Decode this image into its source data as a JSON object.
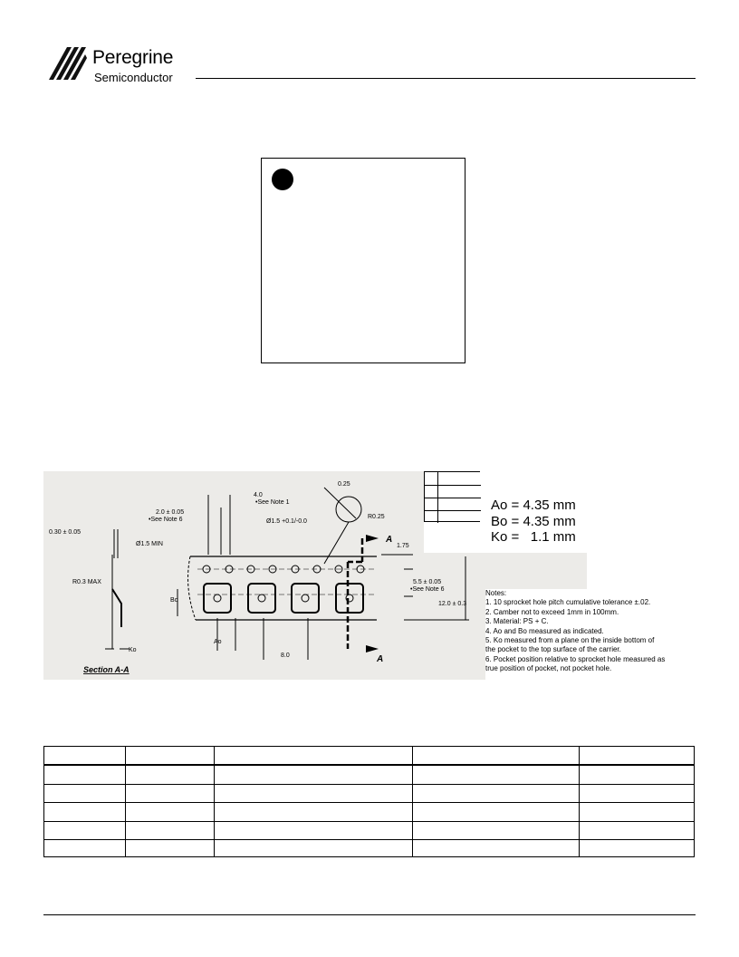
{
  "header": {
    "logo_name": "Peregrine",
    "logo_sub": "Semiconductor"
  },
  "tape_drawing": {
    "labels": {
      "pitch_4": "4.0",
      "see_note_1": "•See Note 1",
      "dim_2": "2.0 ± 0.05",
      "see_note_6a": "•See Note 6",
      "thickness": "0.30 ± 0.05",
      "hole": "Ø1.5 +0.1/-0.0",
      "min_hole": "Ø1.5 MIN",
      "r025_top": "0.25",
      "r025": "R0.25",
      "r03max": "R0.3 MAX",
      "bo": "Bo",
      "ao": "Ao",
      "ko": "Ko",
      "pitch_8": "8.0",
      "d175": "1.75",
      "d55": "5.5 ± 0.05",
      "see_note_6b": "•See Note 6",
      "width12": "12.0 ± 0.3",
      "section_a": "A",
      "section_title": "Section A-A"
    },
    "dimensions": [
      "Ao = 4.35 mm",
      "Bo = 4.35 mm",
      "Ko =   1.1 mm"
    ],
    "notes": [
      "Notes:",
      "1. 10 sprocket hole pitch cumulative tolerance ±.02.",
      "2. Camber not to exceed 1mm in 100mm.",
      "3. Material: PS + C.",
      "4. Ao and Bo measured as indicated.",
      "5. Ko measured from a plane on the inside bottom of",
      "the pocket to the top surface of the carrier.",
      "6. Pocket position relative to sprocket hole measured as",
      "true position of pocket, not pocket hole."
    ]
  }
}
